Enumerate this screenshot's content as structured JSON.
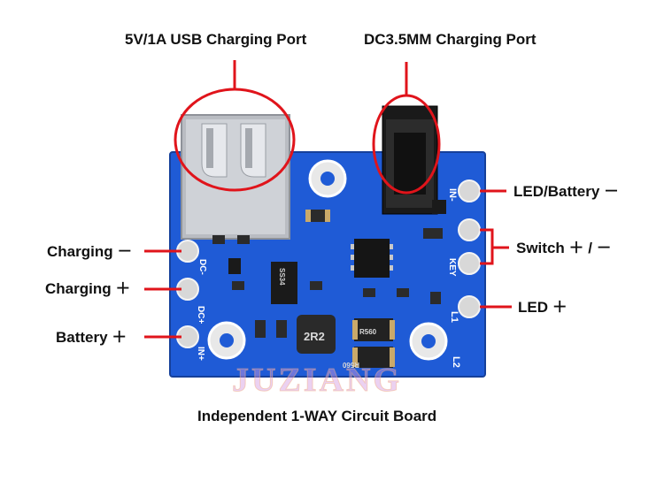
{
  "labels": {
    "usb_port": "5V/1A USB Charging Port",
    "dc_port": "DC3.5MM Charging Port",
    "led_battery_neg": "LED/Battery －",
    "switch": "Switch ＋ / －",
    "led_pos": "LED ＋",
    "charging_neg": "Charging －",
    "charging_pos": "Charging ＋",
    "battery_pos": "Battery ＋",
    "caption": "Independent 1-WAY Circuit Board"
  },
  "silkscreen": {
    "in_minus": "IN-",
    "dc_minus": "DC-",
    "dc_plus": "DC+",
    "in_plus": "IN+",
    "key": "KEY",
    "l1": "L1",
    "l2": "L2",
    "inductor": "2R2",
    "resistor_1": "R560",
    "resistor_2": "R560",
    "chip": "SS34"
  },
  "watermark": "JUZIANG",
  "colors": {
    "board": "#1f5bd6",
    "annotation": "#e0141b",
    "copper": "#d8d8d8"
  }
}
